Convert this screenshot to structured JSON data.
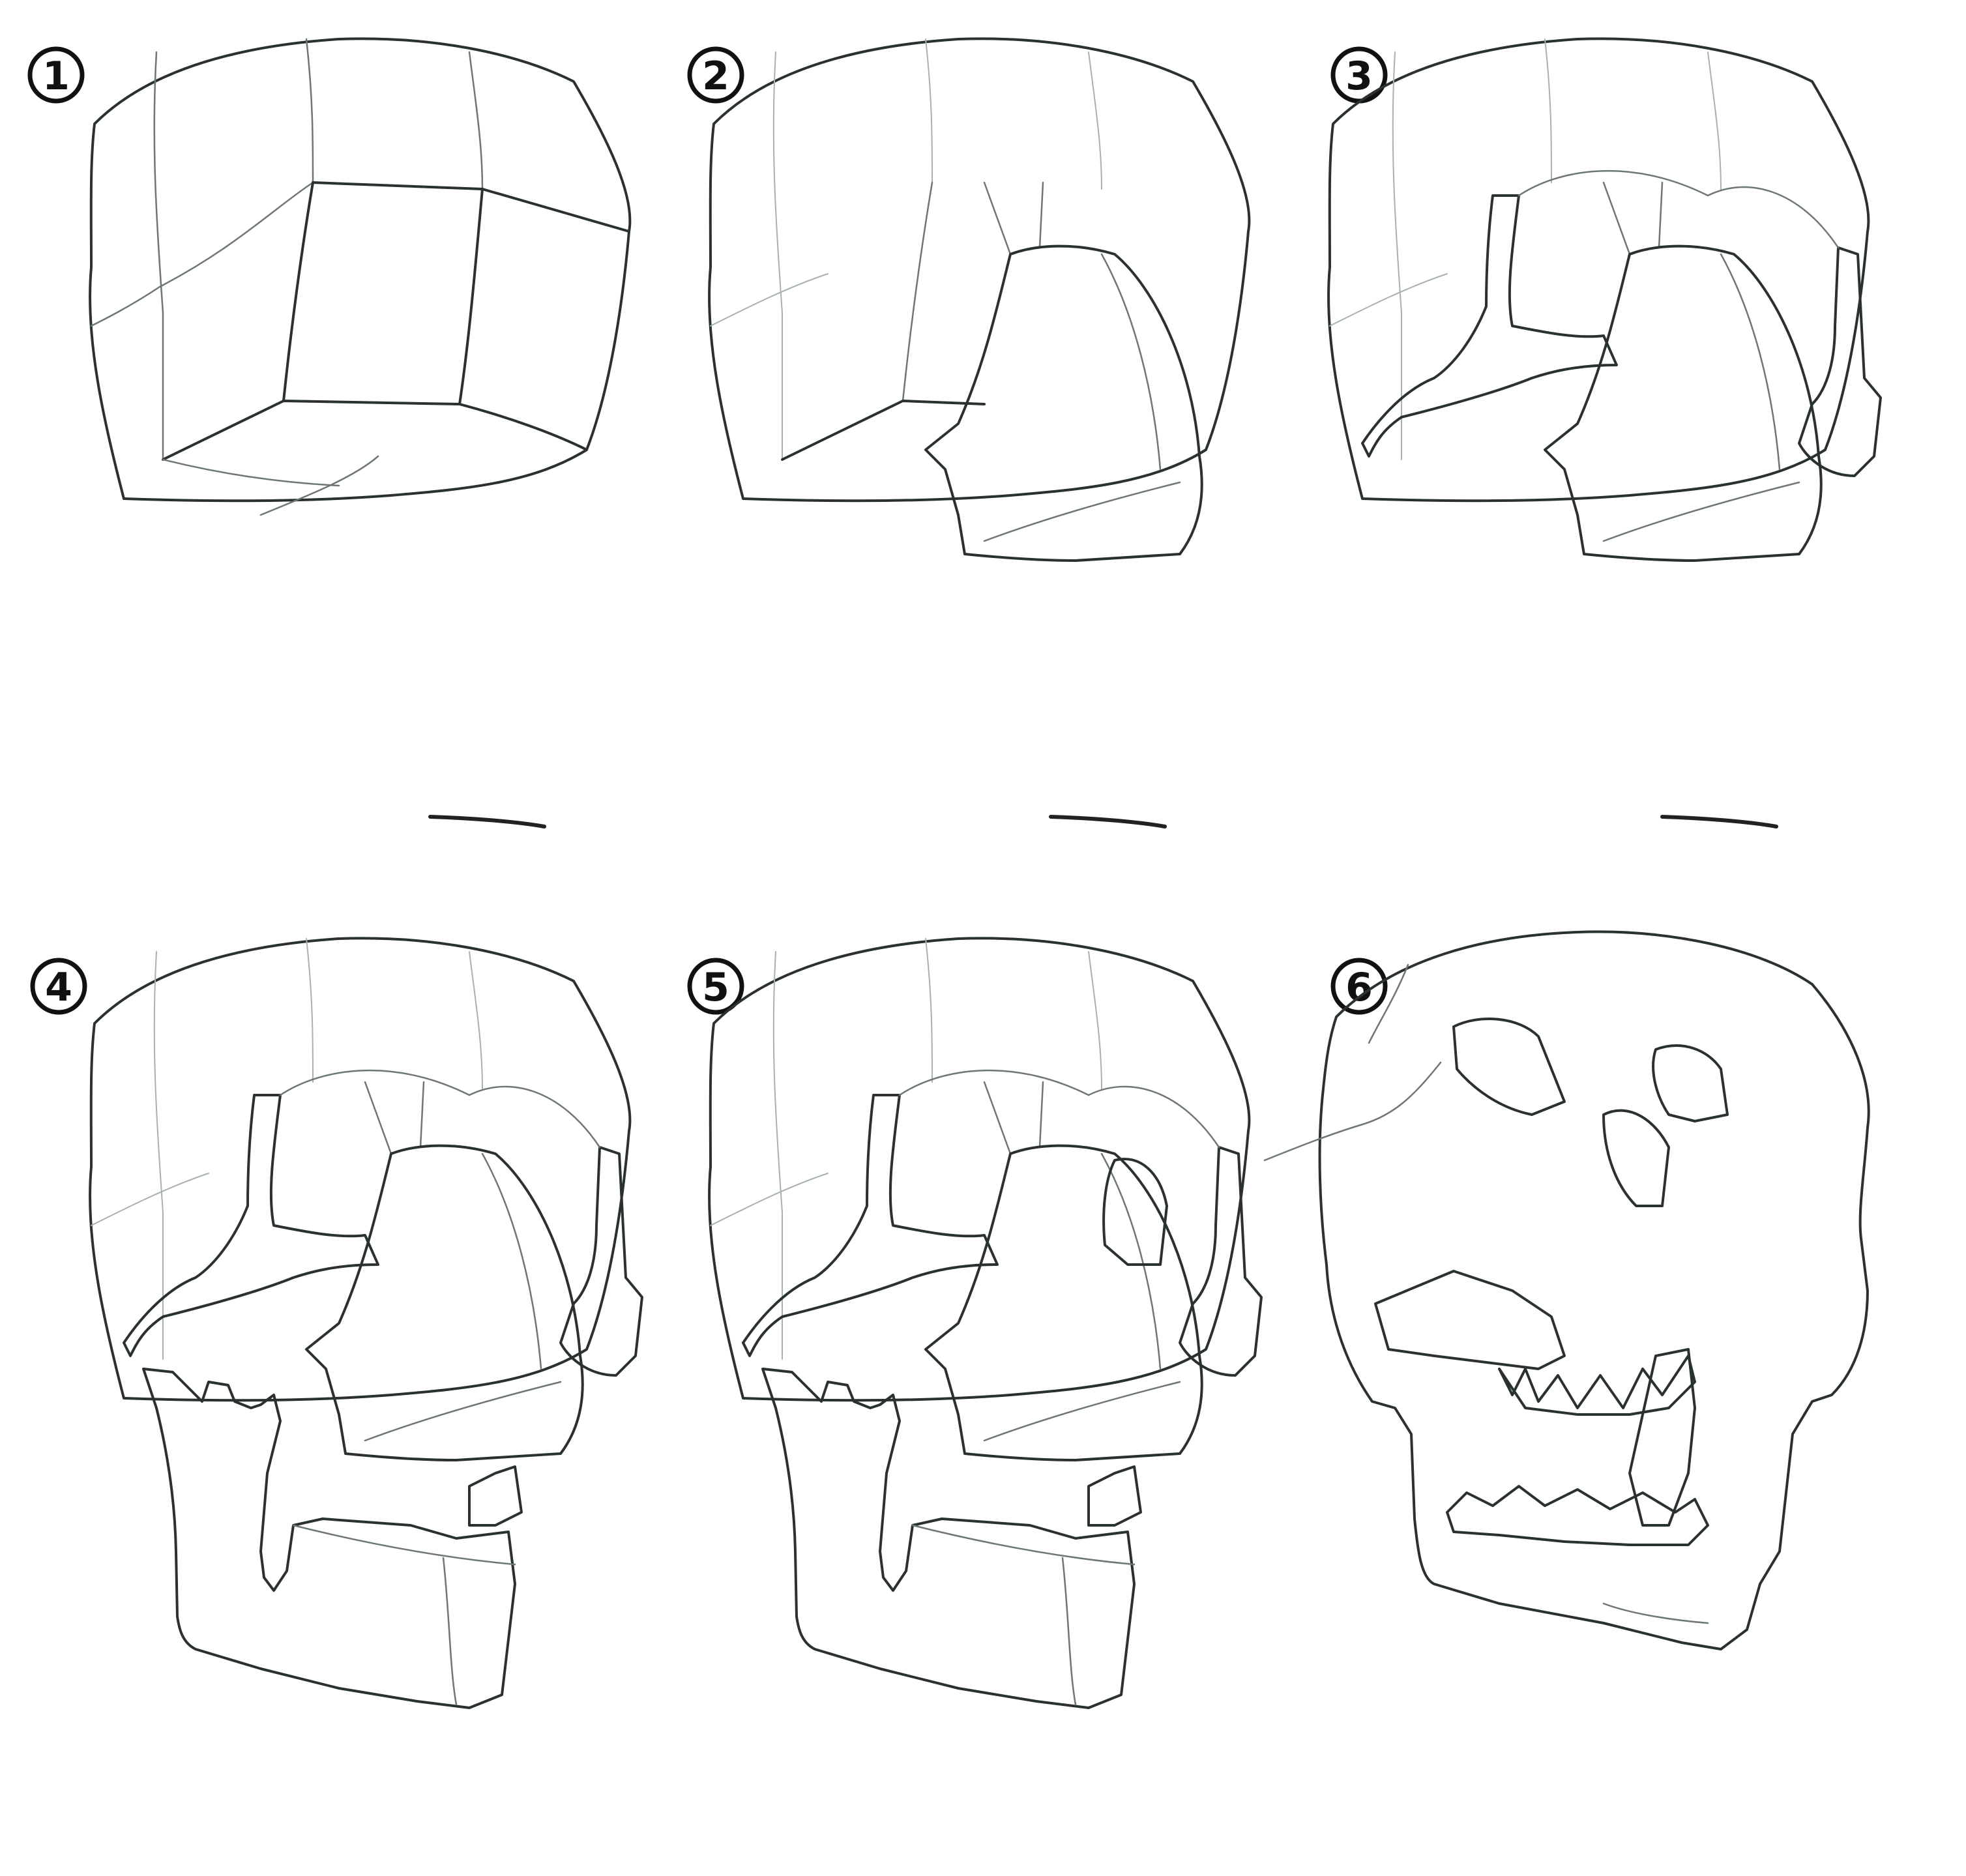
{
  "steps": [
    {
      "number": "1"
    },
    {
      "number": "2"
    },
    {
      "number": "3"
    },
    {
      "number": "4"
    },
    {
      "number": "5"
    },
    {
      "number": "6"
    }
  ],
  "colors": {
    "cranium": "#cddbd8",
    "facial_mass": "#d4745c",
    "cheekbone": "#e3bd62",
    "jaw": "#84c593",
    "skull_shadow": "#9bb3ae",
    "outline": "#2a3230"
  }
}
